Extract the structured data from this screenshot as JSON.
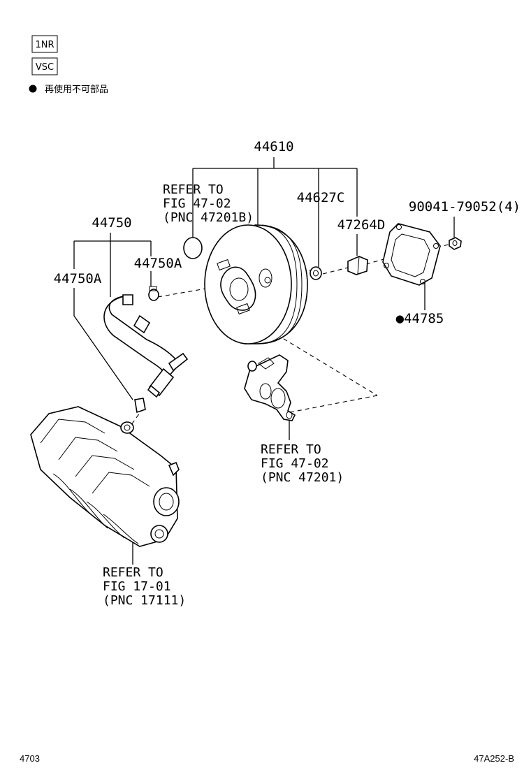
{
  "applicability": {
    "box1": "1NR",
    "box2": "VSC",
    "note_symbol": "●",
    "note_text": "再使用不可部品"
  },
  "parts": {
    "p44610": "44610",
    "p44627c": "44627C",
    "p47264d": "47264D",
    "p90041": "90041-79052(4)",
    "p44785": "●44785",
    "p44750": "44750",
    "p44750a": "44750A",
    "p44750a2": "44750A"
  },
  "refs": {
    "ref1": [
      "REFER TO",
      "FIG 47-02",
      "(PNC 47201B)"
    ],
    "ref2": [
      "REFER TO",
      "FIG 47-02",
      "(PNC 47201)"
    ],
    "ref3": [
      "REFER TO",
      "FIG 17-01",
      "(PNC 17111)"
    ]
  },
  "footer": {
    "left": "4703",
    "right": "47A252-B"
  }
}
